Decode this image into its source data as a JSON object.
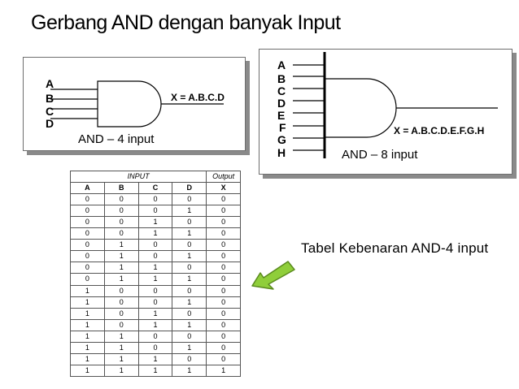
{
  "title": "Gerbang AND dengan banyak Input",
  "gate4": {
    "inputs": [
      "A",
      "B",
      "C",
      "D"
    ],
    "output": "X = A.B.C.D",
    "label": "AND – 4 input"
  },
  "gate8": {
    "inputs": [
      "A",
      "B",
      "C",
      "D",
      "E",
      "F",
      "G",
      "H"
    ],
    "output": "X = A.B.C.D.E.F.G.H",
    "label": "AND – 8 input"
  },
  "truth_table": {
    "group_input": "INPUT",
    "group_output": "Output",
    "columns": [
      "A",
      "B",
      "C",
      "D",
      "X"
    ],
    "rows": [
      [
        "0",
        "0",
        "0",
        "0",
        "0"
      ],
      [
        "0",
        "0",
        "0",
        "1",
        "0"
      ],
      [
        "0",
        "0",
        "1",
        "0",
        "0"
      ],
      [
        "0",
        "0",
        "1",
        "1",
        "0"
      ],
      [
        "0",
        "1",
        "0",
        "0",
        "0"
      ],
      [
        "0",
        "1",
        "0",
        "1",
        "0"
      ],
      [
        "0",
        "1",
        "1",
        "0",
        "0"
      ],
      [
        "0",
        "1",
        "1",
        "1",
        "0"
      ],
      [
        "1",
        "0",
        "0",
        "0",
        "0"
      ],
      [
        "1",
        "0",
        "0",
        "1",
        "0"
      ],
      [
        "1",
        "0",
        "1",
        "0",
        "0"
      ],
      [
        "1",
        "0",
        "1",
        "1",
        "0"
      ],
      [
        "1",
        "1",
        "0",
        "0",
        "0"
      ],
      [
        "1",
        "1",
        "0",
        "1",
        "0"
      ],
      [
        "1",
        "1",
        "1",
        "0",
        "0"
      ],
      [
        "1",
        "1",
        "1",
        "1",
        "1"
      ]
    ]
  },
  "caption": "Tabel Kebenaran AND-4 input",
  "colors": {
    "arrow_fill": "#8fce3a",
    "arrow_stroke": "#5a8a1e",
    "panel_shadow": "#8a8a8a"
  },
  "icons": {
    "arrow": "left-pointing-arrow-icon"
  }
}
